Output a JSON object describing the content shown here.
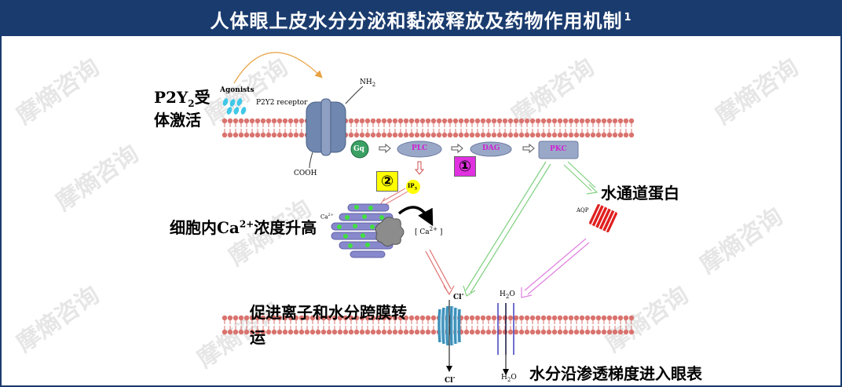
{
  "title": "人体眼上皮水分分泌和黏液释放及药物作用机制",
  "title_sup": "1",
  "watermark": "摩熵咨询",
  "labels": {
    "p2y2_activation_main": "P2Y",
    "p2y2_activation_sub": "2",
    "p2y2_activation_suffix": "受",
    "p2y2_activation_line2": "体激活",
    "calcium_rise_prefix": "细胞内Ca",
    "calcium_rise_sup": "2+",
    "calcium_rise_suffix": "浓度升高",
    "aquaporin": "水通道蛋白",
    "ion_transport_line1": "促进离子和水分跨膜转",
    "ion_transport_line2": "运",
    "water_into_eye": "水分沿渗透梯度进入眼表"
  },
  "small_labels": {
    "agonists": "Agonists",
    "receptor": "P2Y2 receptor",
    "nh2": "NH",
    "nh2_sub": "2",
    "cooh": "COOH",
    "gq": "Gq",
    "plc": "PLC",
    "dag": "DAG",
    "pkc": "PKC",
    "ip3": "IP",
    "ip3_sub": "3",
    "ca_store": "Ca",
    "ca_store_sup": "2+",
    "ca_cyto": "[ Ca",
    "ca_cyto_sup": "2+",
    "ca_cyto_close": " ]",
    "aqp": "AQP",
    "cl_top": "Cl",
    "cl_bottom": "Cl",
    "h2o_top": "H",
    "h2o_bottom": "H"
  },
  "markers": {
    "one": "①",
    "two": "②"
  },
  "colors": {
    "header": "#1a3b6e",
    "membrane": "#d9736e",
    "receptor": "#7088b0",
    "gq": "#3aa063",
    "enzyme": "#9aa8c8",
    "marker_one": "#e030e0",
    "marker_two": "#ffff00",
    "aqp": "#e02020",
    "arrow_green": "#7ed07e",
    "arrow_magenta": "#e080e0",
    "arrow_red": "#e07070",
    "agonist_arrow": "#e8a040",
    "agonist": "#40c8e8",
    "er": "#8888cc",
    "ca_dot": "#40e040",
    "water_channel": "#4040c0"
  }
}
